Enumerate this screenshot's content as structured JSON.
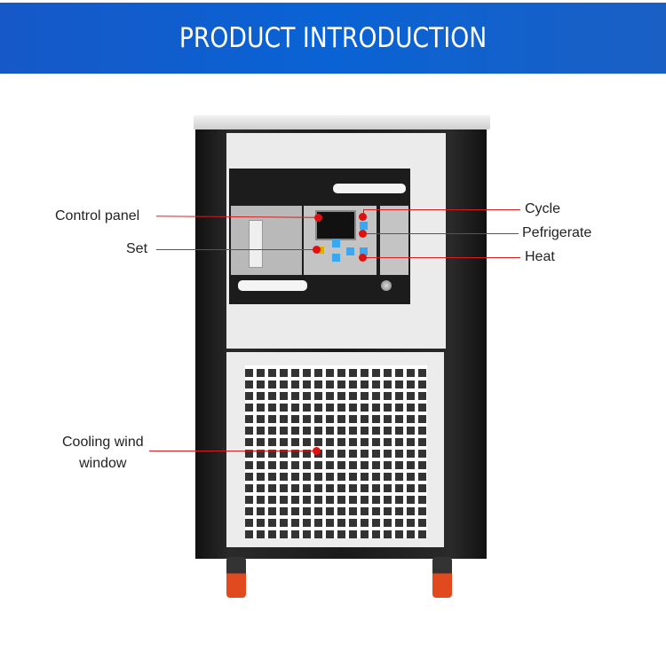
{
  "banner": {
    "title": "PRODUCT  INTRODUCTION",
    "color": "#0a63d4"
  },
  "annotations": {
    "control_panel": "Control panel",
    "set": "Set",
    "cycle": "Cycle",
    "refrigerate": "Pefrigerate",
    "heat": "Heat",
    "cooling_wind_line1": "Cooling wind",
    "cooling_wind_line2": "window",
    "line_color": "#d02020"
  }
}
